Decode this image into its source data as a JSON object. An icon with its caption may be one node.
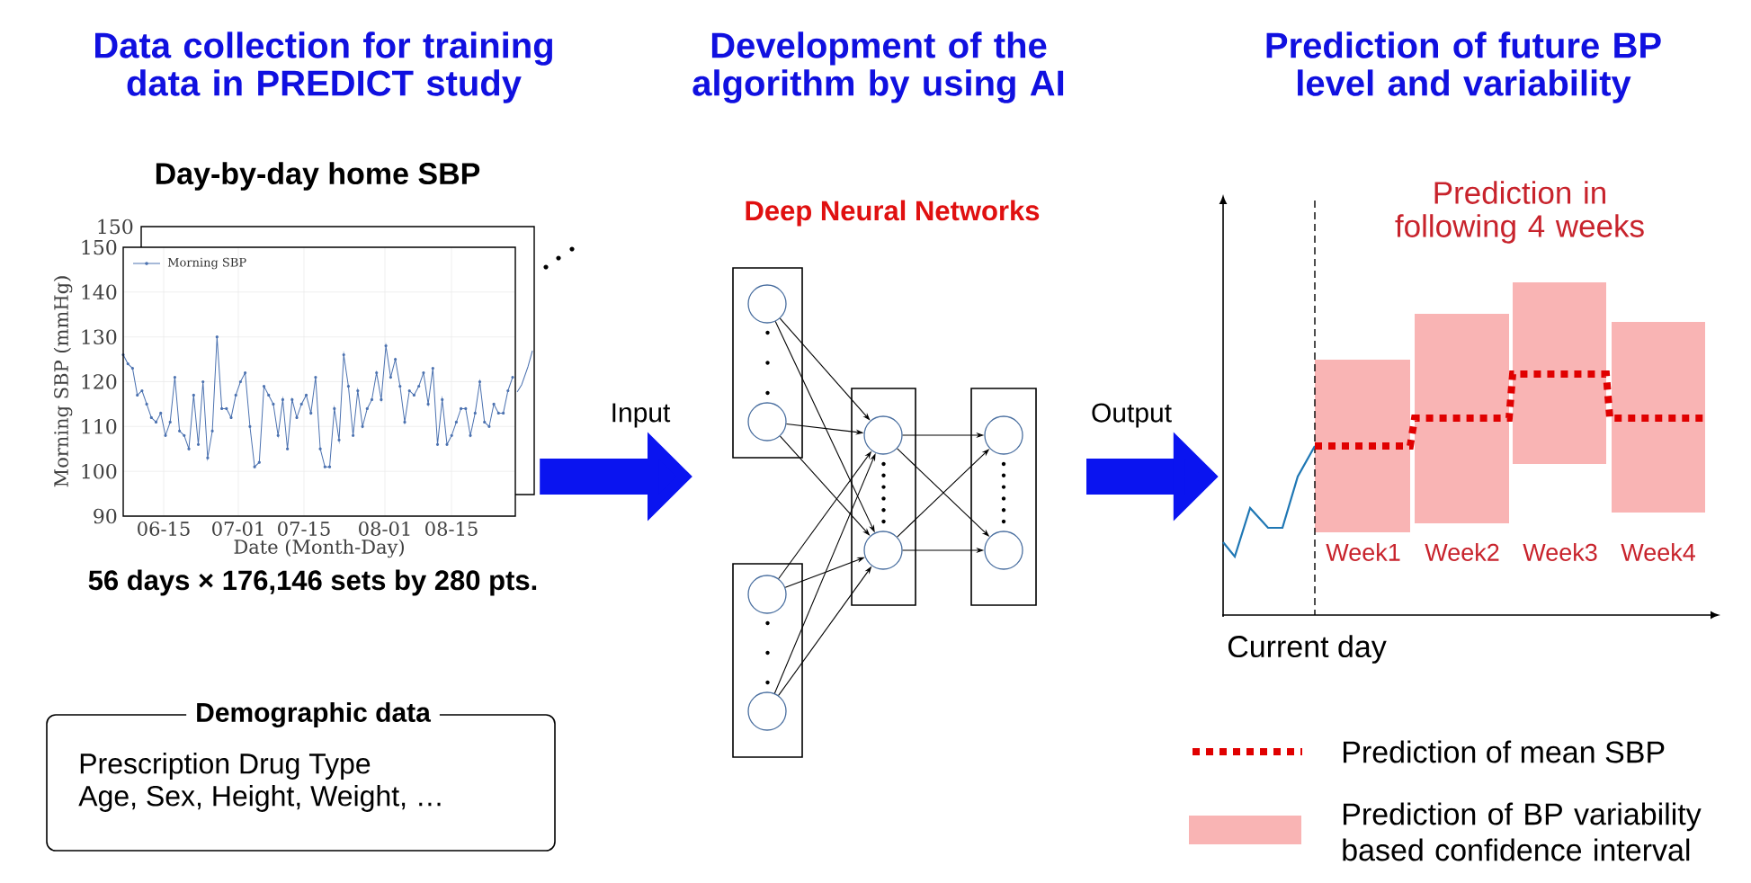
{
  "diagram": {
    "nodes": [
      {
        "text": [
          "Day-by-day home SBP"
        ],
        "beside": [
          "56 days × 176,146 sets by 280 pts."
        ]
      },
      {
        "text": [
          "Demographic data",
          "Prescription Drug Type",
          "Age, Sex, Height, Weight, …"
        ]
      },
      {
        "text": [
          "Deep Neural Networks"
        ]
      },
      {
        "text": [],
        "shape": "box"
      },
      {
        "text": [],
        "shape": "circle",
        "in": 3
      },
      {
        "text": [],
        "shape": "circle",
        "in": 3
      },
      {
        "text": [],
        "shape": "box"
      },
      {
        "text": [],
        "shape": "circle",
        "in": 6
      },
      {
        "text": [],
        "shape": "circle",
        "in": 6
      },
      {
        "text": [],
        "shape": "box"
      },
      {
        "text": [],
        "shape": "circle",
        "in": 9
      },
      {
        "text": [],
        "shape": "circle",
        "in": 9
      },
      {
        "text": [],
        "shape": "box"
      },
      {
        "text": [],
        "shape": "circle",
        "in": 12
      },
      {
        "text": [],
        "shape": "circle",
        "in": 12
      },
      {
        "text": [],
        "shape": "picture"
      }
    ],
    "edges": [
      {
        "from": 0,
        "to": null,
        "arrow": "to",
        "label": "Input",
        "style": "thick",
        "color": "#0a14f0"
      },
      {
        "from": null,
        "to": 15,
        "arrow": "to",
        "label": "Output",
        "style": "thick",
        "color": "#0a14f0"
      },
      {
        "from": 4,
        "to": 10,
        "arrow": "to"
      },
      {
        "from": 4,
        "to": 11,
        "arrow": "to"
      },
      {
        "from": 5,
        "to": 10,
        "arrow": "to"
      },
      {
        "from": 5,
        "to": 11,
        "arrow": "to"
      },
      {
        "from": 7,
        "to": 10,
        "arrow": "to"
      },
      {
        "from": 7,
        "to": 11,
        "arrow": "to"
      },
      {
        "from": 8,
        "to": 10,
        "arrow": "to"
      },
      {
        "from": 8,
        "to": 11,
        "arrow": "to"
      },
      {
        "from": 10,
        "to": 13,
        "arrow": "to"
      },
      {
        "from": 10,
        "to": 14,
        "arrow": "to"
      },
      {
        "from": 11,
        "to": 13,
        "arrow": "to"
      },
      {
        "from": 11,
        "to": 14,
        "arrow": "to"
      }
    ],
    "labels": [
      "Data collection for training data in PREDICT study",
      "Development of the algorithm by using AI",
      "Prediction of future BP level and variability",
      "150",
      "150",
      "140",
      "130",
      "120",
      "110",
      "100",
      "90",
      "Morning SBP (mmHg)",
      "06-15",
      "07-01",
      "07-15",
      "08-01",
      "08-15",
      "Date (Month-Day)",
      "Prediction in following 4 weeks",
      "Week1",
      "Week2",
      "Week3",
      "Week4",
      "Current day"
    ],
    "legend": [
      {
        "text": "Morning SBP"
      },
      {
        "text": "Prediction of mean SBP"
      },
      {
        "text": "Prediction of BP variability based confidence interval",
        "color": "#f9b4b4"
      }
    ]
  }
}
